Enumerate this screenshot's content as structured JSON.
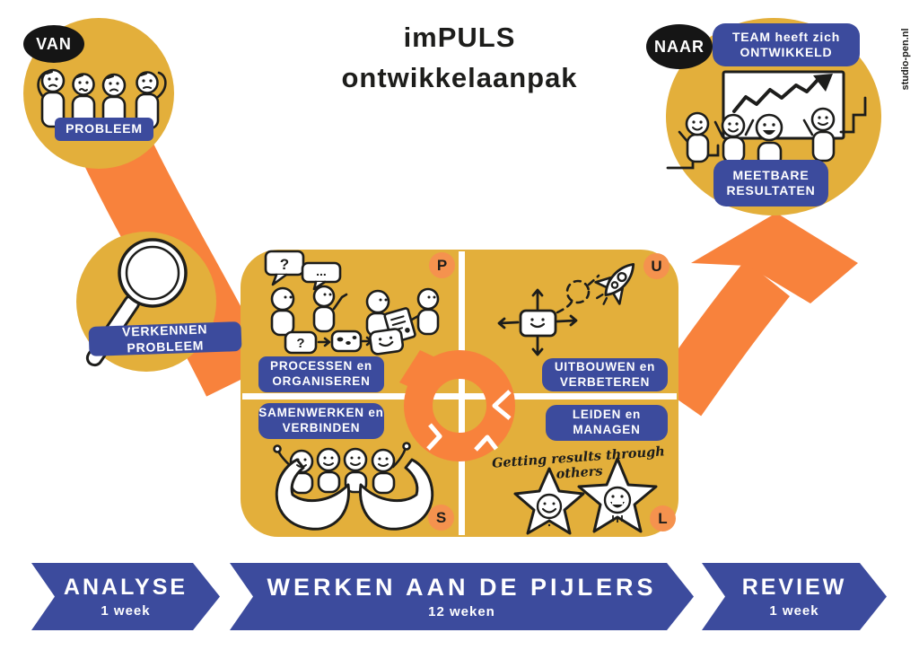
{
  "title": {
    "line1": "imPULS",
    "line2": "ontwikkelaanpak"
  },
  "credit": "studio-pen.nl",
  "from_state": {
    "bubble": "VAN",
    "label": "PROBLEEM"
  },
  "explore": {
    "label": "VERKENNEN PROBLEEM"
  },
  "to_state": {
    "bubble": "NAAR",
    "label_top_line1": "TEAM heeft zich",
    "label_top_line2": "ONTWIKKELD",
    "label_bottom_line1": "MEETBARE",
    "label_bottom_line2": "RESULTATEN"
  },
  "pillars": {
    "quote": "Getting results through others",
    "speech_bubble_1": "?",
    "speech_bubble_2": "...",
    "flow_box_1": "?",
    "quadrants": [
      {
        "letter": "P",
        "line1": "PROCESSEN en",
        "line2": "ORGANISEREN"
      },
      {
        "letter": "U",
        "line1": "UITBOUWEN en",
        "line2": "VERBETEREN"
      },
      {
        "letter": "S",
        "line1": "SAMENWERKEN en",
        "line2": "VERBINDEN"
      },
      {
        "letter": "L",
        "line1": "LEIDEN en",
        "line2": "MANAGEN"
      }
    ]
  },
  "timeline": [
    {
      "label": "ANALYSE",
      "duration": "1 week"
    },
    {
      "label": "WERKEN AAN DE PIJLERS",
      "duration": "12 weken"
    },
    {
      "label": "REVIEW",
      "duration": "1 week"
    }
  ],
  "colors": {
    "yellow": "#e3af3b",
    "orange": "#f8823c",
    "badge_orange": "#f5924e",
    "blue": "#3c4b9d",
    "ink": "#1d1d1b",
    "white": "#ffffff"
  }
}
